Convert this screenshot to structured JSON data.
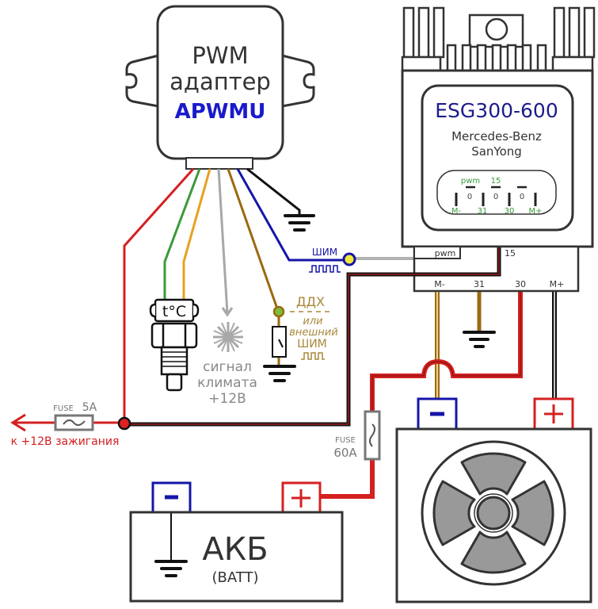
{
  "adapter": {
    "line1": "PWM",
    "line2": "адаптер",
    "model": "APWMU",
    "model_color": "#1a1acc"
  },
  "controller": {
    "model": "ESG300-600",
    "model_color": "#1c1c8a",
    "brand1": "Mercedes-Benz",
    "brand2": "SanYong",
    "connector": {
      "top_labels": [
        "pwm",
        "15"
      ],
      "zeros": [
        "0",
        "0",
        "0"
      ],
      "bottom_labels": [
        "M-",
        "31",
        "30",
        "M+"
      ],
      "label_color": "#3a9a3a"
    },
    "terminals": {
      "pwm": "pwm",
      "t15": "15",
      "m_minus": "M-",
      "t31": "31",
      "t30": "30",
      "m_plus": "M+"
    }
  },
  "signals": {
    "shim": "ШИМ",
    "ddx": "ДДХ",
    "or": "или",
    "external": "внешний",
    "shim2": "ШИМ",
    "climate1": "сигнал",
    "climate2": "климата",
    "climate3": "+12В",
    "temp_sensor": "t°C"
  },
  "fuses": {
    "small_label": "FUSE",
    "small_rating": "5A",
    "big_label": "FUSE",
    "big_rating": "60A"
  },
  "ignition": {
    "label": "к +12В зажигания",
    "color": "#d42020"
  },
  "battery": {
    "title": "АКБ",
    "subtitle": "(BATT)",
    "minus": "−",
    "plus": "+"
  },
  "fan": {
    "minus": "−",
    "plus": "+"
  },
  "wire_colors": {
    "red": "#d42020",
    "green": "#3a9a3a",
    "orange": "#e8a020",
    "gray": "#a8a8a8",
    "brown": "#9a6a10",
    "blue": "#1515a8",
    "black": "#111111",
    "dark_red": "#5a1010"
  }
}
